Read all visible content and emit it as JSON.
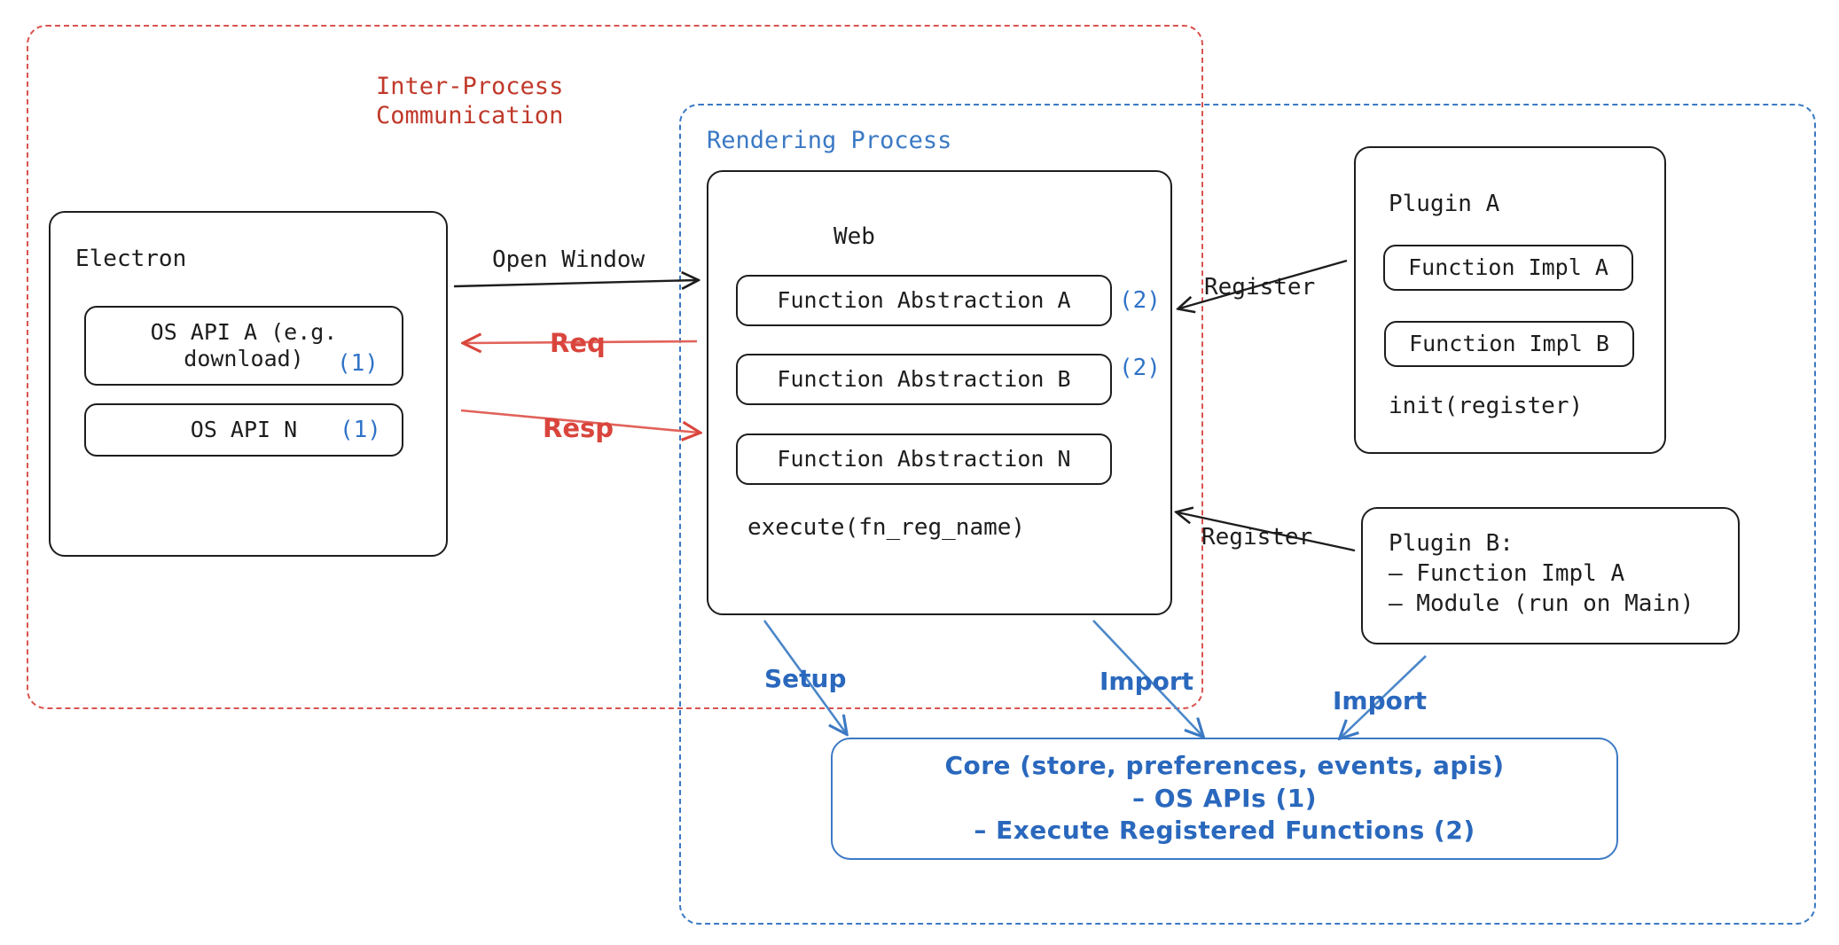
{
  "diagram": {
    "regions": {
      "ipc": {
        "title": "Inter-Process\nCommunication",
        "color": "#c0392b"
      },
      "rendering": {
        "title": "Rendering Process",
        "color": "#3b79c4"
      }
    },
    "electron": {
      "title": "Electron",
      "apis": [
        {
          "label": "OS API A (e.g.\ndownload)",
          "marker": "(1)"
        },
        {
          "label": "OS API N",
          "marker": "(1)"
        }
      ]
    },
    "web": {
      "title": "Web",
      "abstractions": [
        {
          "label": "Function Abstraction A",
          "marker": "(2)"
        },
        {
          "label": "Function Abstraction B",
          "marker": "(2)"
        },
        {
          "label": "Function Abstraction N",
          "marker": ""
        }
      ],
      "execute": "execute(fn_reg_name)"
    },
    "plugin_a": {
      "title": "Plugin A",
      "functions": [
        "Function Impl A",
        "Function Impl B"
      ],
      "init": "init(register)"
    },
    "plugin_b": {
      "text": "Plugin B:\n– Function Impl A\n– Module (run on Main)"
    },
    "core": {
      "lines": [
        "Core (store, preferences, events, apis)",
        "– OS APIs (1)",
        "– Execute Registered Functions (2)"
      ],
      "color": "#2a68bd"
    },
    "edges": [
      {
        "id": "open-window",
        "label": "Open Window",
        "color": "#1d1d1d"
      },
      {
        "id": "req",
        "label": "Req",
        "color": "#d9453c"
      },
      {
        "id": "resp",
        "label": "Resp",
        "color": "#d9453c"
      },
      {
        "id": "register-1",
        "label": "Register",
        "color": "#1d1d1d"
      },
      {
        "id": "register-2",
        "label": "Register",
        "color": "#1d1d1d"
      },
      {
        "id": "setup",
        "label": "Setup",
        "color": "#2a68bd"
      },
      {
        "id": "import-1",
        "label": "Import",
        "color": "#2a68bd"
      },
      {
        "id": "import-2",
        "label": "Import",
        "color": "#2a68bd"
      }
    ]
  }
}
